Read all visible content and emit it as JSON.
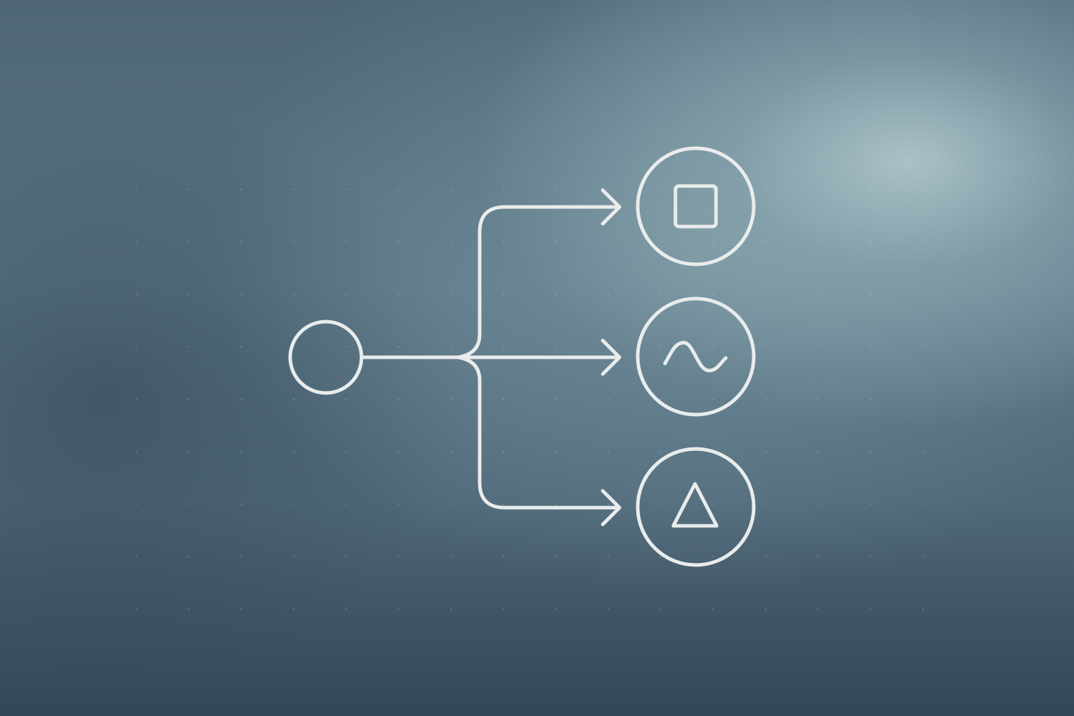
{
  "diagram": {
    "type": "branching-flow",
    "source": {
      "shape": "circle",
      "icon": "empty-circle"
    },
    "branches": [
      {
        "target_icon": "square-icon"
      },
      {
        "target_icon": "wave-icon"
      },
      {
        "target_icon": "triangle-icon"
      }
    ],
    "colors": {
      "stroke": "#e9ecec",
      "background_dark": "#3f5566",
      "background_light": "#a9c1c6"
    }
  }
}
